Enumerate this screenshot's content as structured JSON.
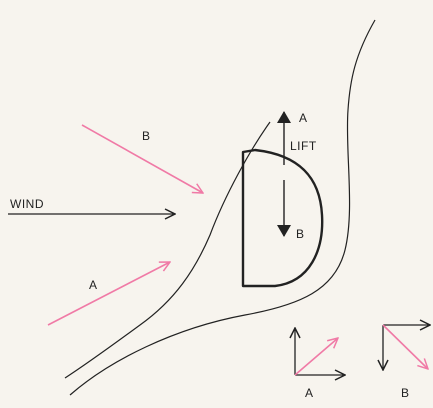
{
  "labels": {
    "wind": "WIND",
    "lift": "LIFT",
    "incoming_a": "A",
    "incoming_b": "B",
    "lift_top": "A",
    "lift_bottom": "B",
    "resolve_a": "A",
    "resolve_b": "B"
  },
  "colors": {
    "ink": "#222222",
    "pink": "#f07aa6",
    "background": "#f7f4ee"
  }
}
